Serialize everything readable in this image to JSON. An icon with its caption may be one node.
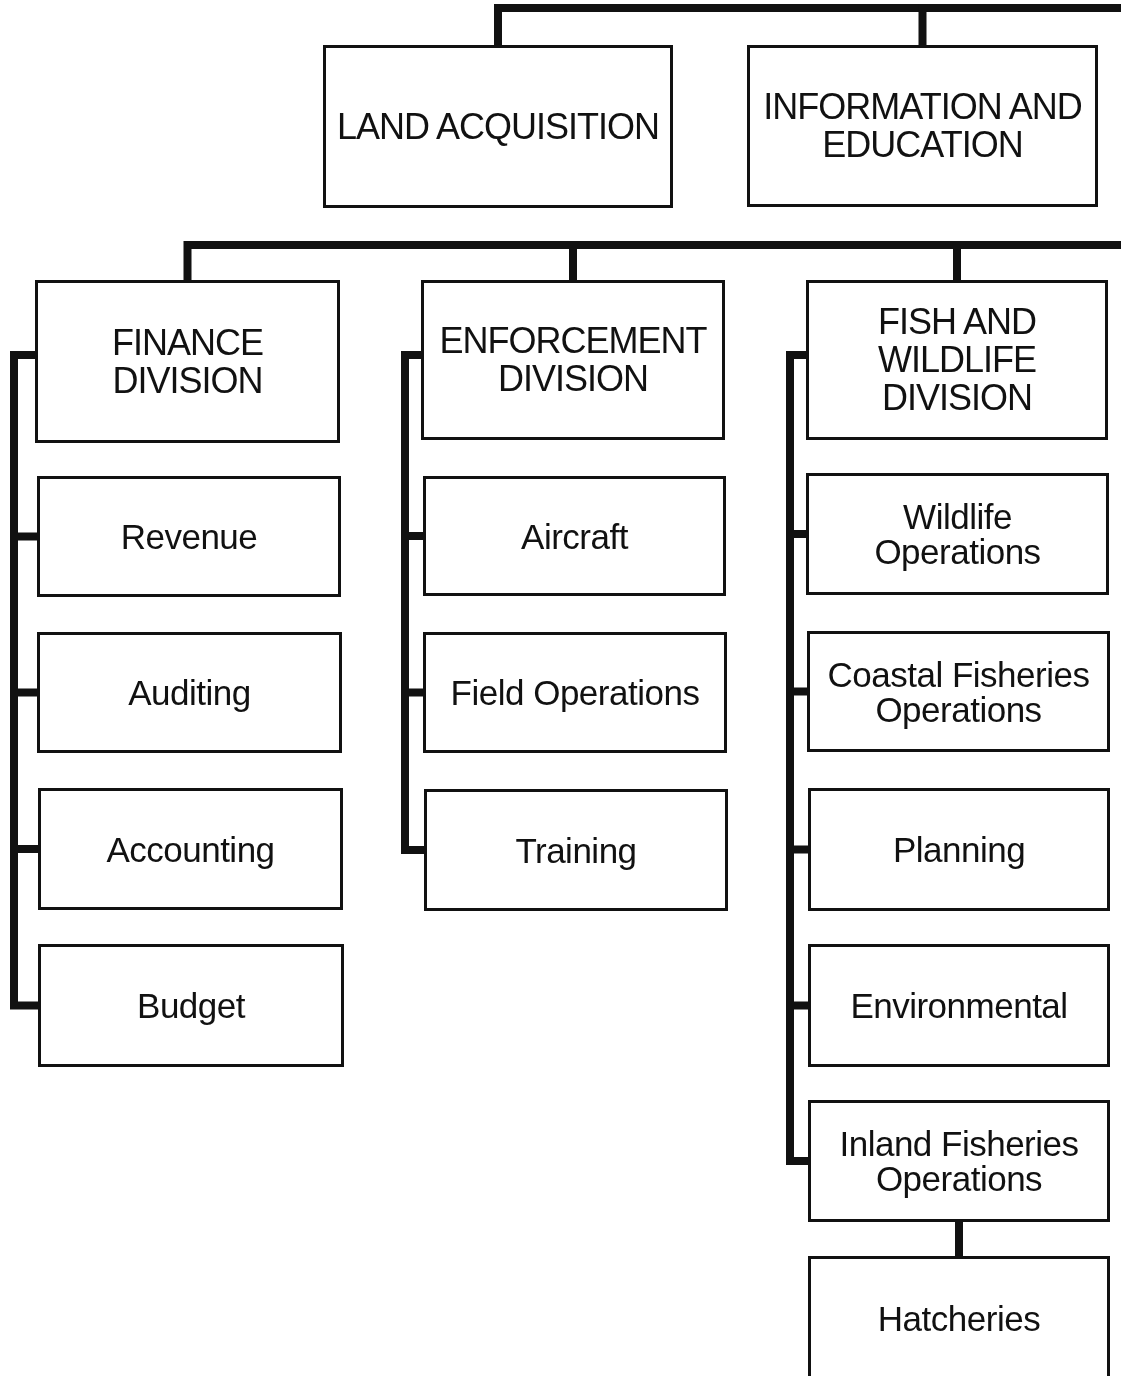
{
  "diagram": {
    "nodes": [
      {
        "text": [
          "LAND ACQUISITION"
        ]
      },
      {
        "text": [
          "INFORMATION AND EDUCATION"
        ]
      },
      {
        "text": [
          "FINANCE DIVISION"
        ]
      },
      {
        "text": [
          "ENFORCEMENT DIVISION"
        ]
      },
      {
        "text": [
          "FISH AND WILDLIFE DIVISION"
        ]
      },
      {
        "text": [
          "Revenue"
        ]
      },
      {
        "text": [
          "Auditing"
        ]
      },
      {
        "text": [
          "Accounting"
        ]
      },
      {
        "text": [
          "Budget"
        ]
      },
      {
        "text": [
          "Aircraft"
        ]
      },
      {
        "text": [
          "Field Operations"
        ]
      },
      {
        "text": [
          "Training"
        ]
      },
      {
        "text": [
          "Wildlife Operations"
        ]
      },
      {
        "text": [
          "Coastal Fisheries Operations"
        ]
      },
      {
        "text": [
          "Planning"
        ]
      },
      {
        "text": [
          "Environmental"
        ]
      },
      {
        "text": [
          "Inland Fisheries Operations"
        ]
      },
      {
        "text": [
          "Hatcheries"
        ]
      }
    ],
    "edges": [
      {
        "from": null,
        "to": 0,
        "arrow": "none"
      },
      {
        "from": null,
        "to": 1,
        "arrow": "none"
      },
      {
        "from": null,
        "to": 2,
        "arrow": "none"
      },
      {
        "from": null,
        "to": 3,
        "arrow": "none"
      },
      {
        "from": null,
        "to": 4,
        "arrow": "none"
      },
      {
        "from": 2,
        "to": 5,
        "arrow": "none"
      },
      {
        "from": 2,
        "to": 6,
        "arrow": "none"
      },
      {
        "from": 2,
        "to": 7,
        "arrow": "none"
      },
      {
        "from": 2,
        "to": 8,
        "arrow": "none"
      },
      {
        "from": 3,
        "to": 9,
        "arrow": "none"
      },
      {
        "from": 3,
        "to": 10,
        "arrow": "none"
      },
      {
        "from": 3,
        "to": 11,
        "arrow": "none"
      },
      {
        "from": 4,
        "to": 12,
        "arrow": "none"
      },
      {
        "from": 4,
        "to": 13,
        "arrow": "none"
      },
      {
        "from": 4,
        "to": 14,
        "arrow": "none"
      },
      {
        "from": 4,
        "to": 15,
        "arrow": "none"
      },
      {
        "from": 4,
        "to": 16,
        "arrow": "none"
      },
      {
        "from": 16,
        "to": 17,
        "arrow": "none"
      }
    ]
  }
}
